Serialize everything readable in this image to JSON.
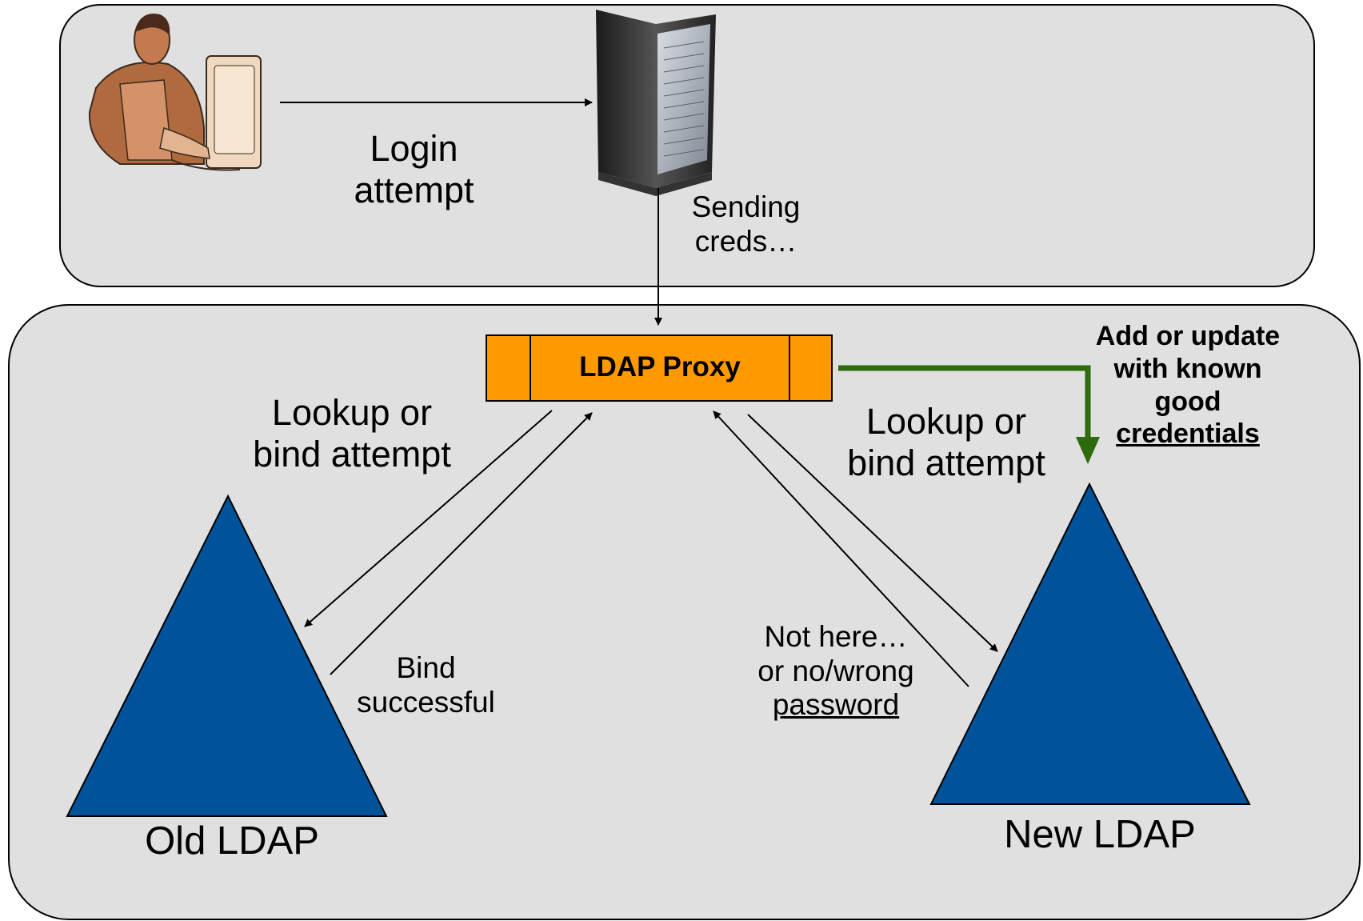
{
  "top_panel": {
    "user_icon": "person-at-computer-icon",
    "server_icon": "server-tower-icon",
    "login_label": [
      "Login",
      "attempt"
    ],
    "sending_label": [
      "Sending",
      "creds…"
    ]
  },
  "proxy": {
    "label": "LDAP Proxy"
  },
  "left": {
    "lookup_label": [
      "Lookup or",
      "bind attempt"
    ],
    "response_label": [
      "Bind",
      "successful"
    ],
    "directory_label": "Old LDAP"
  },
  "right": {
    "lookup_label": [
      "Lookup or",
      "bind attempt"
    ],
    "response_label": [
      "Not here…",
      "or no/wrong",
      "password"
    ],
    "directory_label": "New LDAP",
    "update_label": [
      "Add or update",
      "with known",
      "good",
      "credentials"
    ]
  },
  "colors": {
    "panel_fill": "#e0e0e0",
    "proxy_fill": "#ff9900",
    "ldap_fill": "#00539b",
    "update_arrow": "#2e6b0e"
  }
}
